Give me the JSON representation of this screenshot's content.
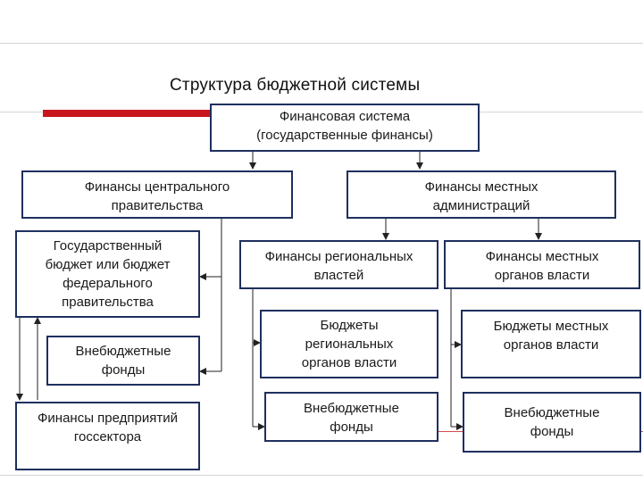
{
  "title": "Структура бюджетной системы",
  "root": {
    "line1": "Финансовая система",
    "line2": "(государственные финансы)"
  },
  "central": {
    "line1": "Финансы центрального",
    "line2": "правительства"
  },
  "local_admin": {
    "line1": "Финансы местных",
    "line2": "администраций"
  },
  "state_budget": {
    "line1": "Государственный",
    "line2": "бюджет или бюджет",
    "line3": "федерального",
    "line4": "правительства"
  },
  "extra_funds_central": {
    "line1": "Внебюджетные",
    "line2": "фонды"
  },
  "state_enterprises": {
    "line1": "Финансы предприятий",
    "line2": "госсектора"
  },
  "regional": {
    "line1": "Финансы региональных",
    "line2": "властей"
  },
  "local_authorities": {
    "line1": "Финансы местных",
    "line2": "органов власти"
  },
  "regional_budgets": {
    "line1": "Бюджеты",
    "line2": "региональных",
    "line3": "органов власти"
  },
  "local_budgets": {
    "line1": "Бюджеты местных",
    "line2": "органов власти"
  },
  "regional_funds": {
    "line1": "Внебюджетные",
    "line2": "фонды"
  },
  "local_funds": {
    "line1": "Внебюджетные",
    "line2": "фонды"
  },
  "colors": {
    "box_border": "#1f2f5e",
    "accent_red": "#c8161d",
    "guide_lines": "#d4d4d4"
  }
}
